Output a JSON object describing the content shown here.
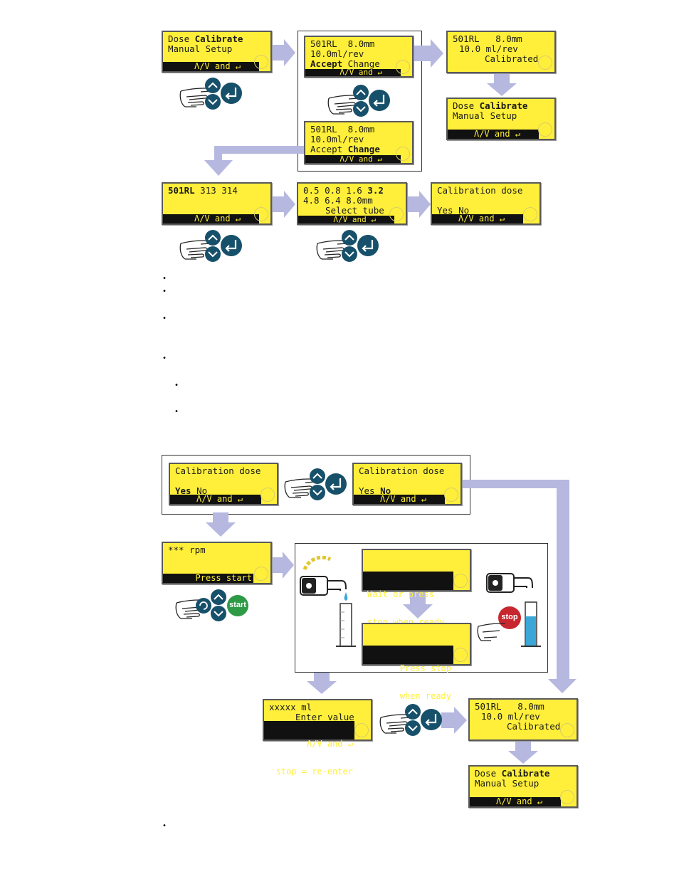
{
  "icons": [
    "up-button-icon",
    "down-button-icon",
    "enter-button-icon",
    "start-button-icon",
    "stop-button-icon",
    "rotate-button-icon",
    "hand-icon",
    "pump-icon",
    "measuring-cylinder-icon"
  ],
  "colors": {
    "lcd": "#ffef3a",
    "arrow": "#b6b8e0",
    "button": "#17506a",
    "start": "#2e9a46",
    "stop": "#c8262e",
    "liquid": "#3aa7d8"
  },
  "screens": {
    "s1": {
      "l1a": "Dose ",
      "l1b": "Calibrate",
      "l2": "Manual Setup",
      "bar": "Λ/V and ↵"
    },
    "s2": {
      "l1": "501RL  8.0mm",
      "l2": "10.0ml/rev",
      "l3a": "Accept",
      "l3b": " Change",
      "bar": "Λ/V and ↵"
    },
    "s3": {
      "l1": "501RL  8.0mm",
      "l2": "10.0ml/rev",
      "l3a": "Accept ",
      "l3b": "Change",
      "bar": "Λ/V and ↵"
    },
    "s4": {
      "l1": "501RL   8.0mm",
      "l2": "10.0 ml/rev",
      "l3": "Calibrated"
    },
    "s5": {
      "l1a": "Dose ",
      "l1b": "Calibrate",
      "l2": "Manual Setup",
      "bar": "Λ/V and ↵"
    },
    "s6": {
      "l1a": "501RL",
      "l1b": " 313 314",
      "bar": "Λ/V and ↵"
    },
    "s7": {
      "l1a": "0.5 0.8 1.6 ",
      "l1b": "3.2",
      "l2": "4.8 6.4 8.0mm",
      "l3": "Select tube",
      "bar": "Λ/V and ↵"
    },
    "s8": {
      "l1": "Calibration dose",
      "l3": "Yes No",
      "bar": "Λ/V and ↵"
    },
    "s9": {
      "l1": "Calibration dose",
      "l3a": "Yes",
      "l3b": " No",
      "bar": "Λ/V and ↵"
    },
    "s10": {
      "l1": "Calibration dose",
      "l3a": "Yes ",
      "l3b": "No",
      "bar": "Λ/V and ↵"
    },
    "s11": {
      "l1": "*** rpm",
      "bar": "Press start"
    },
    "s12": {
      "bar1": "Wait or press",
      "bar2": "stop when ready"
    },
    "s13": {
      "bar1": "Press stop",
      "bar2": "when ready"
    },
    "s14": {
      "l1": "xxxxx ml",
      "l2": "Enter value",
      "bar1": "Λ/V and ↵",
      "bar2": "stop = re-enter"
    },
    "s15": {
      "l1": "501RL   8.0mm",
      "l2": "10.0 ml/rev",
      "l3": "Calibrated"
    },
    "s16": {
      "l1a": "Dose ",
      "l1b": "Calibrate",
      "l2": "Manual Setup",
      "bar": "Λ/V and ↵"
    }
  },
  "buttons": {
    "start": "start",
    "stop": "stop"
  }
}
